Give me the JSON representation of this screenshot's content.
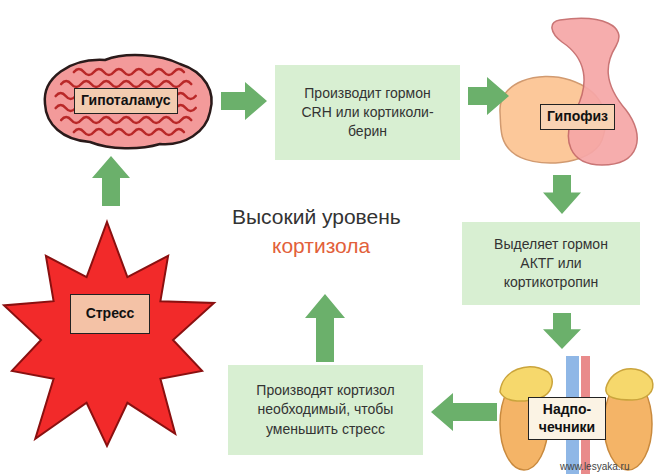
{
  "diagram": {
    "nodes": [
      {
        "text": [
          "Гипоталамус"
        ]
      },
      {
        "text": [
          "Производит гормон CRH или кортиколи- берин"
        ]
      },
      {
        "text": [
          "Гипофиз"
        ]
      },
      {
        "text": [
          "Выделяет гормон АКТГ или кортикотропин"
        ]
      },
      {
        "text": [
          "Надпо- чечники"
        ]
      },
      {
        "text": [
          "Производят кортизол необходимый, чтобы уменьшить стресс"
        ]
      },
      {
        "text": [
          "Стресс"
        ]
      }
    ],
    "edges": [
      {
        "from": 0,
        "to": 1,
        "arrow": "to"
      },
      {
        "from": 1,
        "to": 2,
        "arrow": "to"
      },
      {
        "from": 2,
        "to": 3,
        "arrow": "to"
      },
      {
        "from": 3,
        "to": 4,
        "arrow": "to"
      },
      {
        "from": 4,
        "to": 5,
        "arrow": "to"
      },
      {
        "from": 6,
        "to": 0,
        "arrow": "to"
      }
    ],
    "labels": [
      "Высокий уровень",
      "кортизола",
      "www.lesyaka.ru"
    ]
  }
}
